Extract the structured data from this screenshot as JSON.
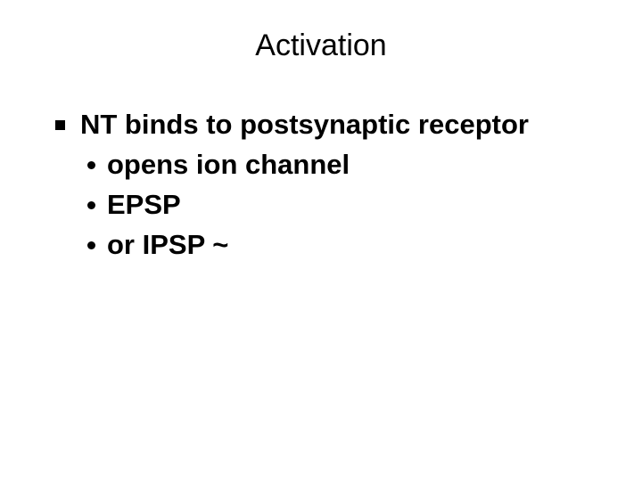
{
  "slide": {
    "title": "Activation",
    "background_color": "#ffffff",
    "text_color": "#000000",
    "bullets": [
      {
        "level": 1,
        "marker": "filled-square",
        "text": "NT binds to postsynaptic receptor"
      },
      {
        "level": 2,
        "marker": "filled-circle",
        "text": "opens ion channel"
      },
      {
        "level": 2,
        "marker": "filled-circle",
        "text": "EPSP"
      },
      {
        "level": 2,
        "marker": "filled-circle",
        "text": "or IPSP ~"
      }
    ]
  }
}
